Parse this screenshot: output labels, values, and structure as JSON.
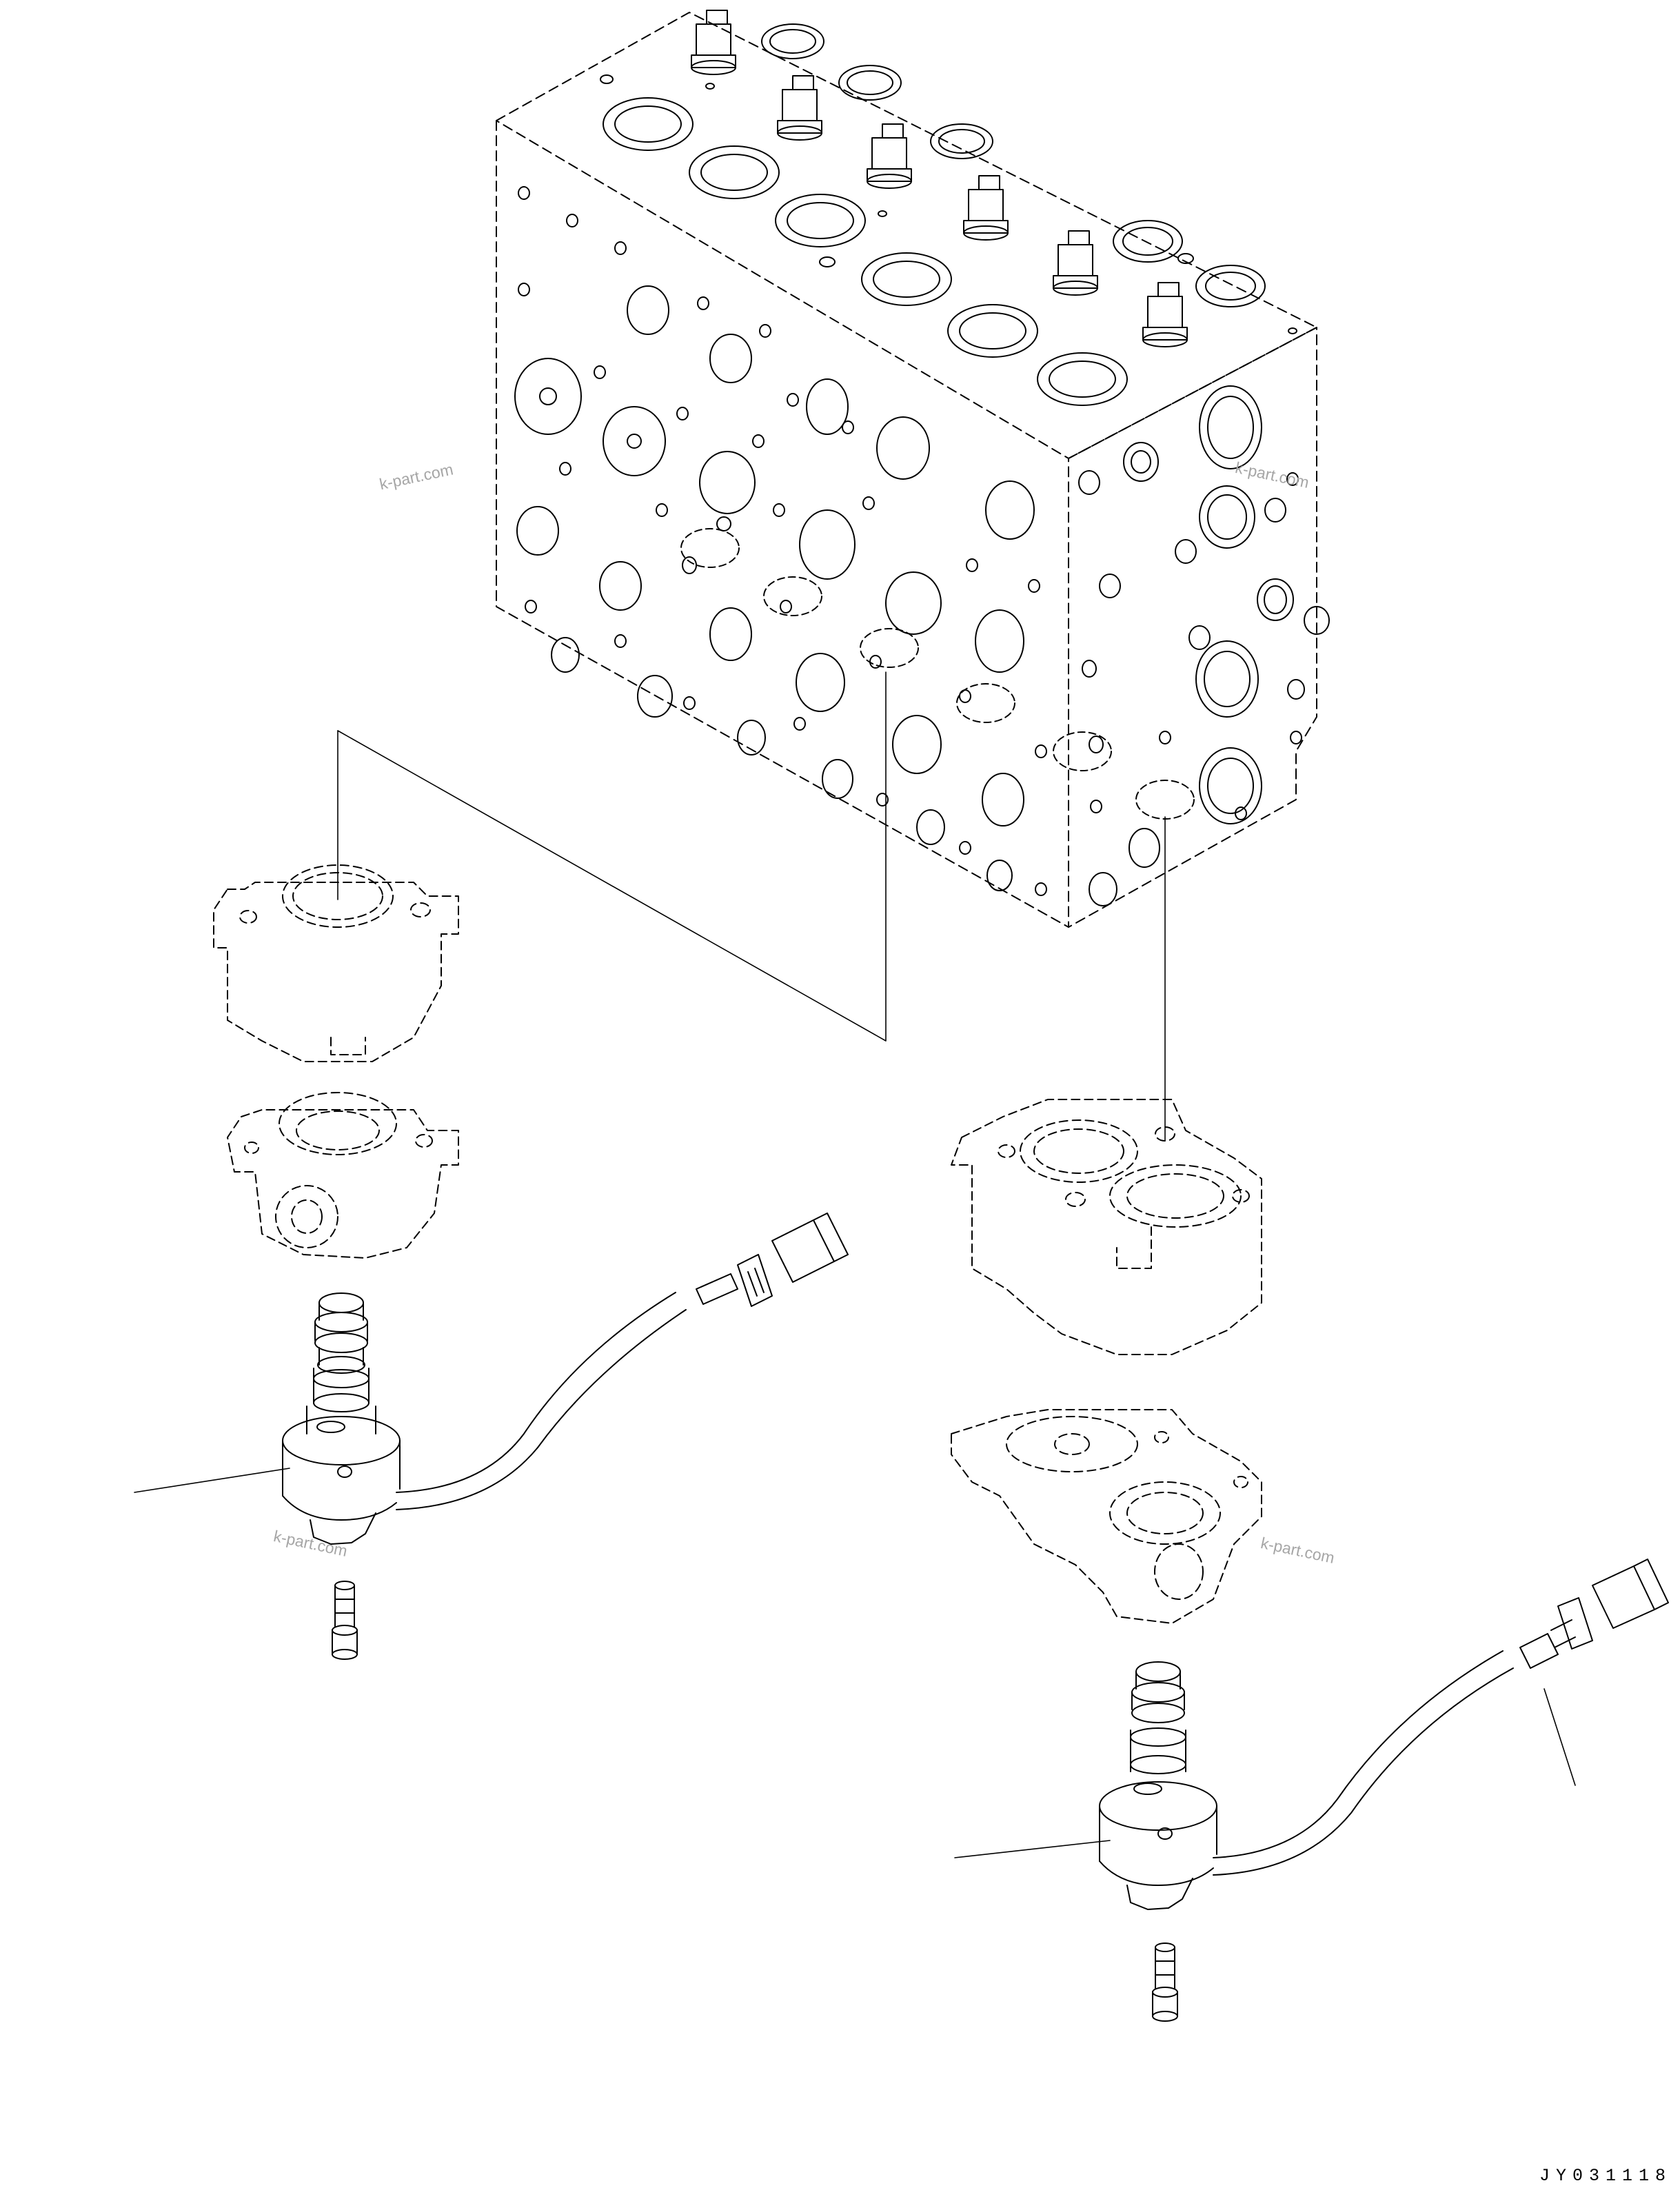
{
  "watermark": {
    "text": "k-part.com"
  },
  "reference": {
    "code": "JY031118"
  },
  "parts": [
    {
      "id": "control-valve-body",
      "kind": "valve-block"
    },
    {
      "id": "port-block-left",
      "kind": "block"
    },
    {
      "id": "port-block-right",
      "kind": "block"
    },
    {
      "id": "solenoid-valve-left",
      "kind": "solenoid"
    },
    {
      "id": "solenoid-valve-right",
      "kind": "solenoid"
    }
  ]
}
